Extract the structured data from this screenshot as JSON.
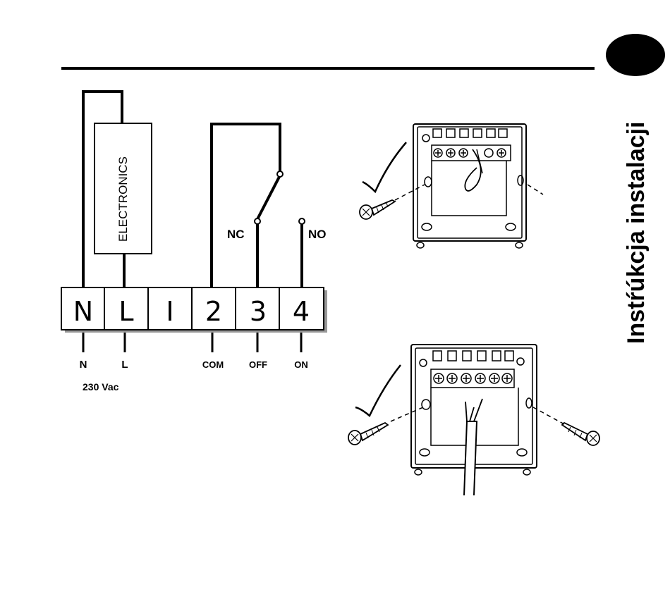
{
  "section": {
    "title": "Instŕúkcja instalacji"
  },
  "electronics": {
    "label": "ELECTRONICS"
  },
  "terminals": [
    "N",
    "L",
    "I",
    "2",
    "3",
    "4"
  ],
  "contacts": {
    "nc": "NC",
    "no": "NO"
  },
  "bottom_labels": {
    "n": "N",
    "l": "L",
    "com": "COM",
    "off": "OFF",
    "on": "ON"
  },
  "supply": "230 Vac",
  "colors": {
    "ink": "#000000",
    "background": "#ffffff",
    "shadow": "#999999"
  },
  "icons": [
    "check-mark-icon",
    "screw-icon",
    "thermostat-base-plate"
  ]
}
